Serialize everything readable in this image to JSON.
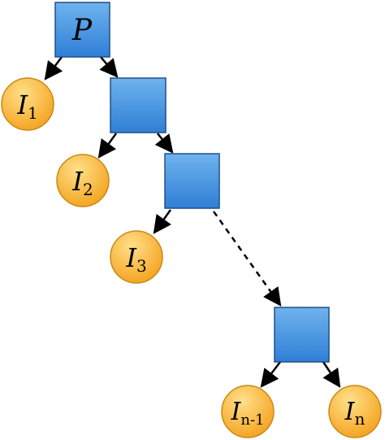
{
  "tree": {
    "root_label": "P",
    "leaves": [
      {
        "label": "I",
        "subscript": "1"
      },
      {
        "label": "I",
        "subscript": "2"
      },
      {
        "label": "I",
        "subscript": "3"
      },
      {
        "label": "I",
        "subscript": "n-1"
      },
      {
        "label": "I",
        "subscript": "n"
      }
    ],
    "colors": {
      "node_fill_top": "#6fb3ee",
      "node_fill_bottom": "#2f7fd6",
      "node_stroke": "#1f4e8c",
      "leaf_fill_center": "#ffe08a",
      "leaf_fill_edge": "#f4a11c",
      "leaf_stroke": "#c98a18",
      "edge_color": "#000000"
    }
  }
}
